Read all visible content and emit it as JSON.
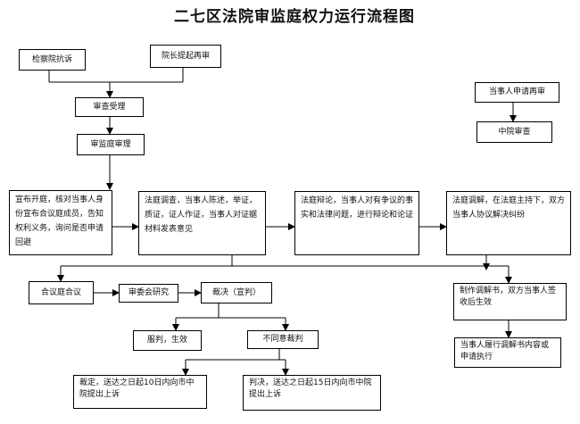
{
  "title": "二七区法院审监庭权力运行流程图",
  "nodes": {
    "procuratorate_protest": "检察院抗诉",
    "president_retrial": "院长提起再审",
    "review_acceptance": "审查受理",
    "review_trial": "审监庭审理",
    "party_retrial_application": "当事人申请再审",
    "intermediate_court_review": "中院审查",
    "trial_opening": "宣布开庭，核对当事人身份宣布合议庭成员，告知权利义务，询问是否申请回避",
    "court_investigation": "法庭调查，当事人陈述，举证，质证，证人作证，当事人对证据材料发表意见",
    "court_debate": "法庭辩论，当事人对有争议的事实和法律问题，进行辩论和论证",
    "court_mediation": "法庭调解，在法庭主持下，双方当事人协议解决纠纷",
    "collegial_panel": "合议庭合议",
    "judicial_committee": "审委会研究",
    "ruling_judgment": "裁决（宣判）",
    "mediation_document": "制作调解书，双方当事人签收后生效",
    "perform_mediation": "当事人履行调解书内容或申请执行",
    "judgment_effective": "服判，生效",
    "not_accept": "不同意裁判",
    "ruling_appeal": "裁定，送达之日起10日内向市中院提出上诉",
    "judgment_appeal": "判决，送达之日起15日内向市中院提出上诉"
  }
}
